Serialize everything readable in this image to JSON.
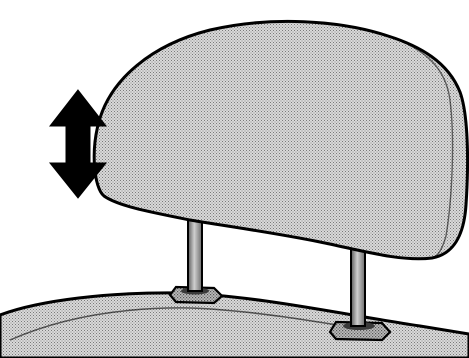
{
  "figure": {
    "subject": "head-restraint-illustration",
    "parts": [
      "headrest",
      "headrest-post-left",
      "headrest-post-right",
      "seatback-top",
      "adjust-arrow"
    ],
    "colors": {
      "outline": "#000000",
      "fill_base": "#d9d9d9",
      "fill_dot": "#7a7a7a",
      "arrow": "#000000",
      "post": "#9a9a9a"
    },
    "arrow": {
      "direction": "up-down"
    }
  }
}
